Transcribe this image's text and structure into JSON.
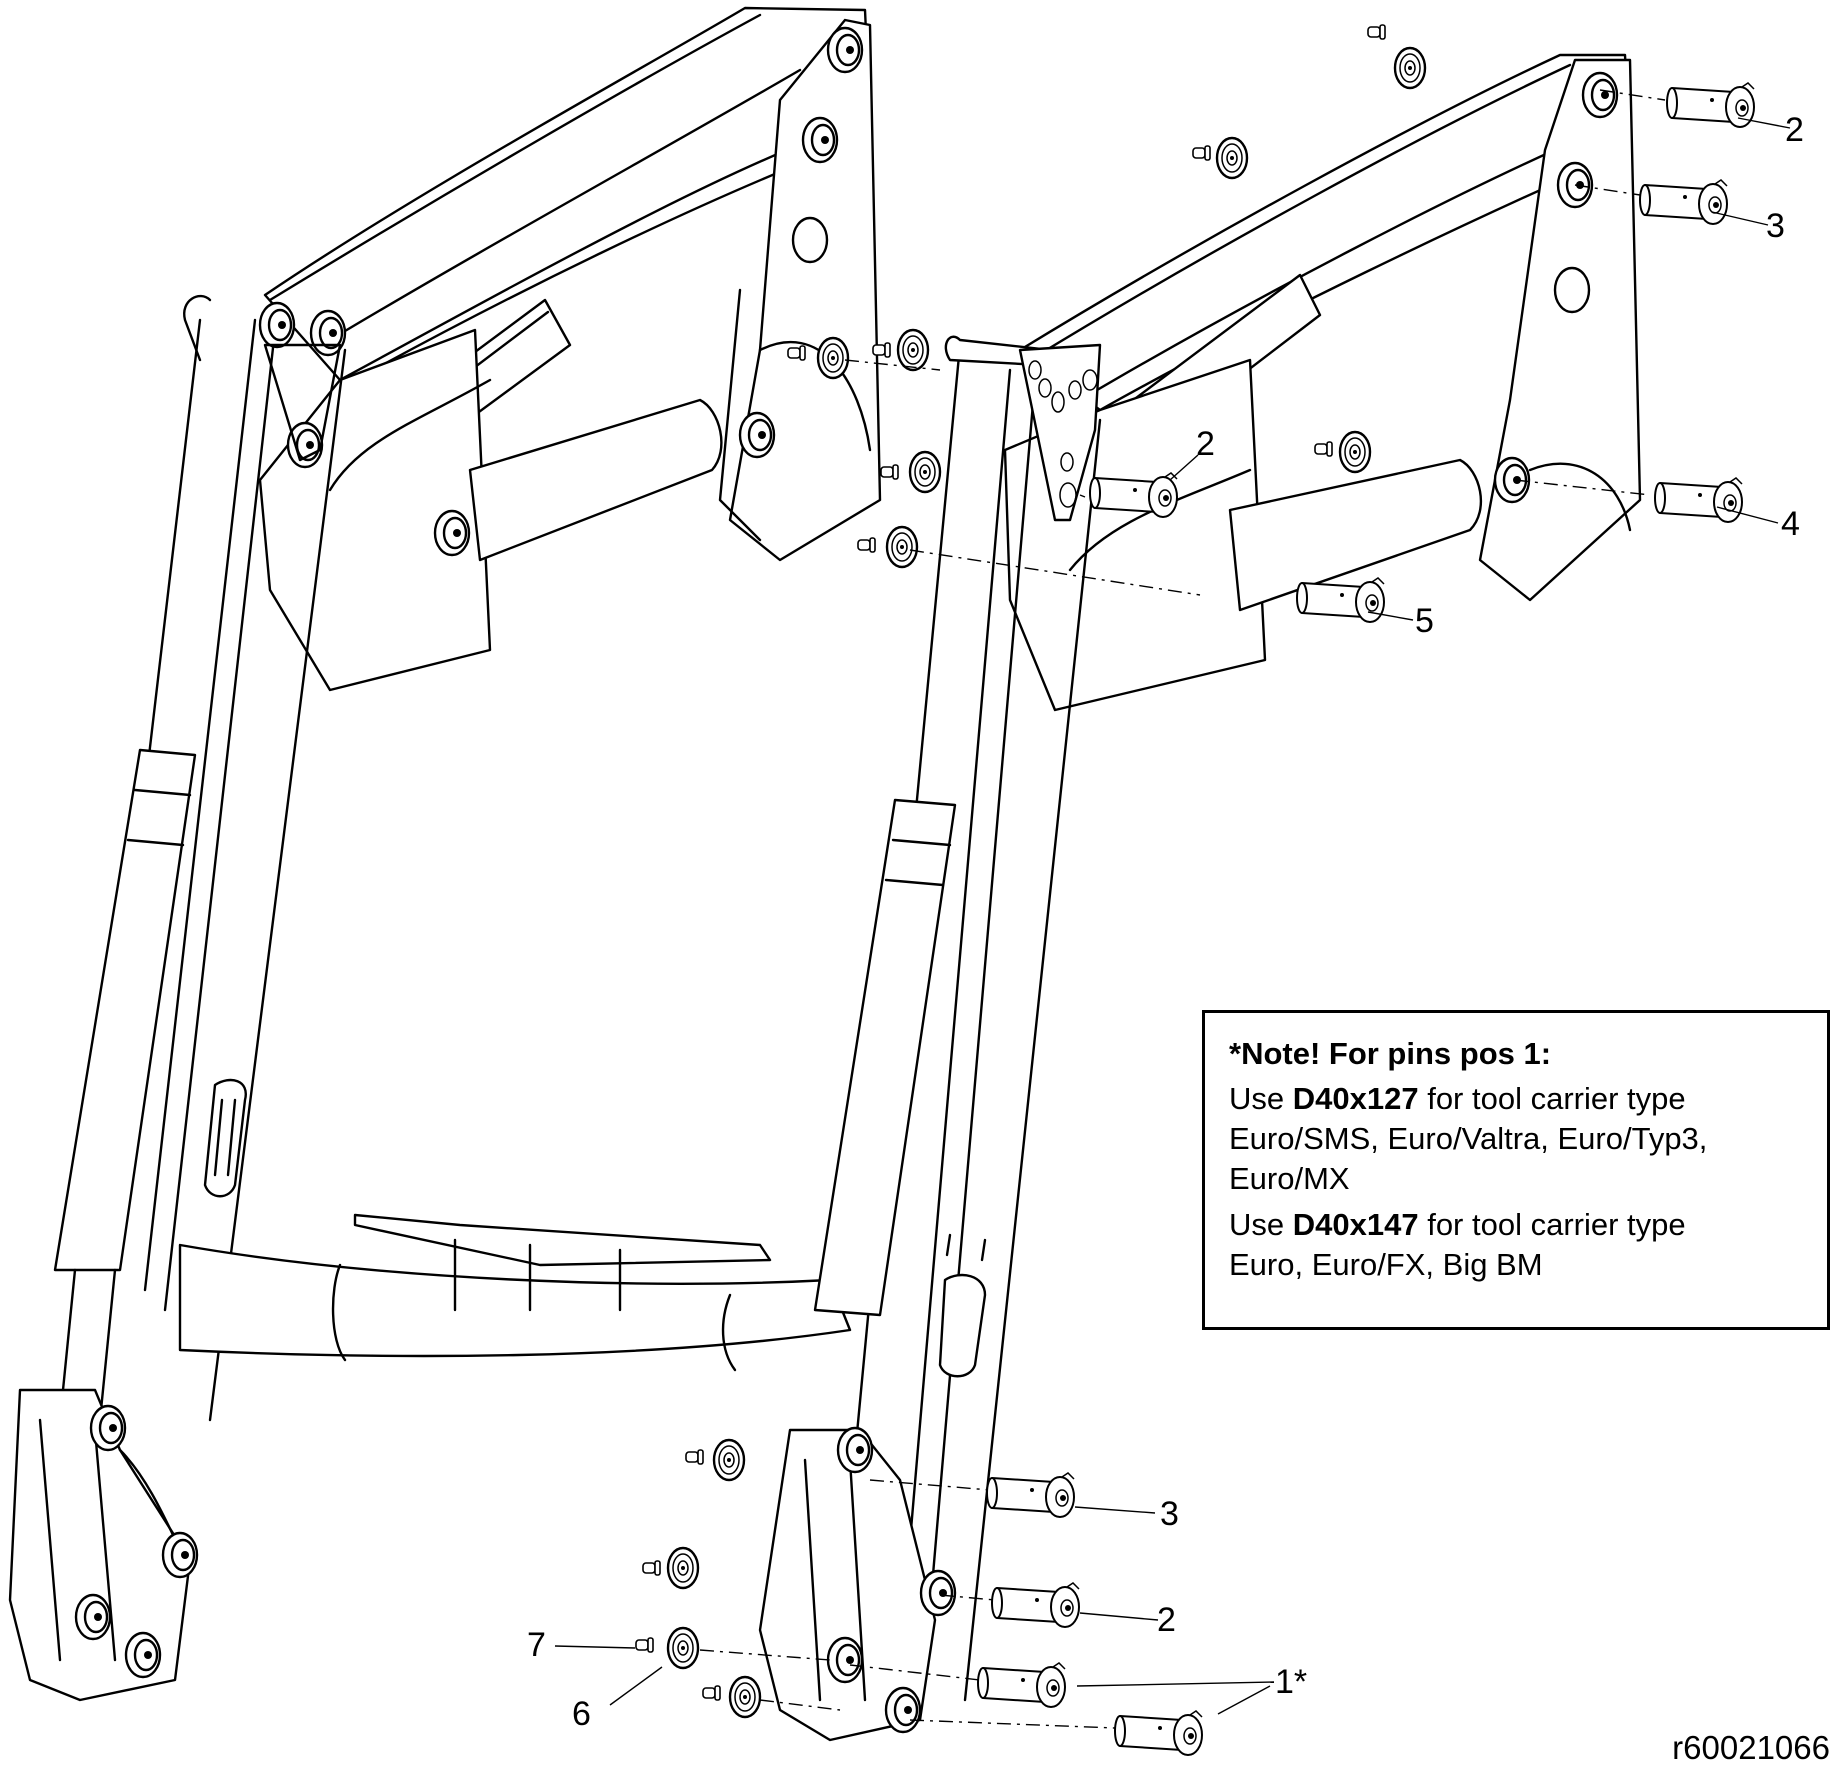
{
  "figure": {
    "id": "r60021066",
    "subject": "front loader lift arm assembly exploded view"
  },
  "callouts": {
    "top_right_2": "2",
    "top_right_3": "3",
    "mid_2": "2",
    "right_4": "4",
    "mid_5": "5",
    "bottom_3": "3",
    "bottom_2": "2",
    "bottom_7": "7",
    "bottom_6": "6",
    "bottom_1": "1*"
  },
  "note": {
    "title": "*Note! For pins pos 1:",
    "paragraphs": [
      {
        "prefix": "Use ",
        "part": "D40x127",
        "suffix": " for tool carrier type",
        "types": "Euro/SMS, Euro/Valtra, Euro/Typ3, Euro/MX"
      },
      {
        "prefix": "Use ",
        "part": "D40x147",
        "suffix": " for tool carrier type",
        "types": "Euro, Euro/FX, Big BM"
      }
    ]
  }
}
